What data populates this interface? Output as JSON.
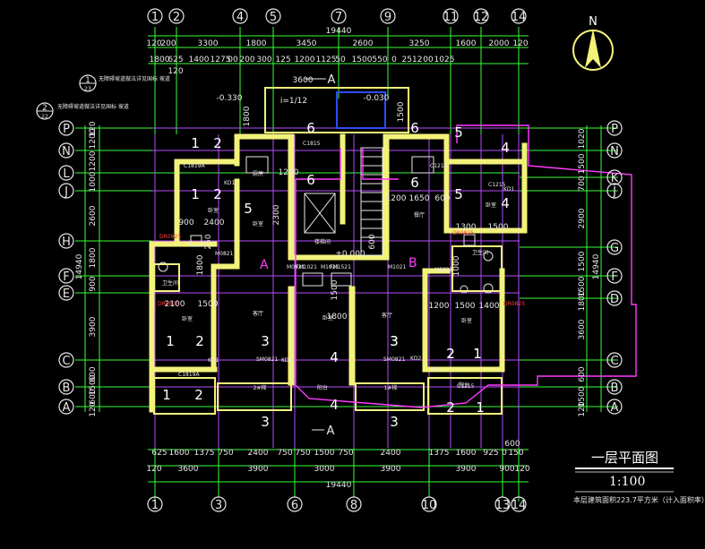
{
  "drawing": {
    "title": "一层平面图",
    "scale": "1:100",
    "area_note": "本层建筑面积223.7平方米（计入面积率）",
    "north_label": "N"
  },
  "axes_top": [
    "1",
    "2",
    "4",
    "5",
    "7",
    "9",
    "11",
    "12",
    "14"
  ],
  "axes_bottom": [
    "1",
    "3",
    "6",
    "8",
    "10",
    "13",
    "14"
  ],
  "axes_left": [
    "P",
    "N",
    "L",
    "J",
    "H",
    "F",
    "E",
    "C",
    "B",
    "A"
  ],
  "axes_right": [
    "P",
    "N",
    "K",
    "J",
    "G",
    "F",
    "D",
    "C",
    "B",
    "A"
  ],
  "dims": {
    "top_total": "19440",
    "top_row1": [
      "120",
      "200",
      "3300",
      "1800",
      "3450",
      "2600",
      "3250",
      "1600",
      "2000",
      "120"
    ],
    "top_row2": [
      "1800",
      "625",
      "1400",
      "1275",
      "00",
      "200",
      "300",
      "125",
      "1200",
      "1125",
      "50",
      "1500",
      "550",
      "0",
      "2512",
      "00",
      "1025"
    ],
    "top_small": [
      "120"
    ],
    "bottom_total": "19440",
    "bottom_row1": [
      "625",
      "1600",
      "1375",
      "750",
      "2400",
      "750",
      "750",
      "1500",
      "750",
      "2400",
      "1375",
      "1600",
      "925",
      "0",
      "150"
    ],
    "bottom_row2": [
      "120",
      "3600",
      "3900",
      "3000",
      "3900",
      "3900",
      "900",
      "120"
    ],
    "bottom_600": "600",
    "left_total": "14940",
    "left_dims": [
      "120",
      "600",
      "1200",
      "1000",
      "1200",
      "2600",
      "1800",
      "900",
      "3900",
      "600",
      "1500",
      "120"
    ],
    "right_total": "14940",
    "right_dims": [
      "1020",
      "1500",
      "700",
      "1500",
      "2900",
      "1500",
      "1800",
      "3600",
      "600",
      "1500",
      "120"
    ],
    "interior": [
      "3600",
      "-0.330",
      "i=1/12",
      "-0.030",
      "1800",
      "1500",
      "1200",
      "2400",
      "900",
      "2300",
      "1300",
      "2100",
      "1500",
      "1800",
      "1200",
      "1500",
      "1400",
      "1500",
      "1200",
      "1650",
      "600",
      "600",
      "±0.000",
      "1500",
      "1000",
      "250",
      "1800"
    ]
  },
  "rooms": {
    "nums": [
      "1",
      "2",
      "1",
      "2",
      "5",
      "1",
      "2",
      "1",
      "2",
      "1",
      "2",
      "3",
      "3",
      "4",
      "3",
      "4",
      "3",
      "2",
      "1",
      "2",
      "1",
      "3",
      "6",
      "6",
      "6",
      "6",
      "5",
      "5",
      "4",
      "4"
    ],
    "labels": [
      "卧室",
      "卧室",
      "厨房",
      "客厅",
      "卧室",
      "客厅",
      "卧室",
      "卧室",
      "餐厅",
      "卧室",
      "楼梯间",
      "2#梯",
      "1#梯",
      "卫生间",
      "卫生间",
      "阳台",
      "阳台"
    ]
  },
  "units": [
    "A",
    "B"
  ],
  "section_marks": [
    "A",
    "A"
  ],
  "notes": {
    "note1_num": "1",
    "note1_sub": "23",
    "note1_text": "无障碍坡道做法详见国标 坡道",
    "note2_num": "2",
    "note2_sub": "22",
    "note2_text": "无障碍坡道做法详见国标 坡道",
    "tags": [
      "KD1",
      "KD1",
      "KD1",
      "KD1",
      "KD2",
      "KD2",
      "C1819A",
      "C1819A",
      "C1815",
      "C1215",
      "C1215",
      "M0821",
      "M0921",
      "M1021",
      "M0821",
      "M1021",
      "DR0825",
      "DR0825",
      "DR0825",
      "DR0825",
      "SM0821",
      "SM0821",
      "FM1021",
      "FM1521",
      "C1215"
    ]
  },
  "colors": {
    "background": "#000000",
    "grid": "#39ff39",
    "walls": "#f2f27a",
    "boundary": "#ff3cff",
    "text": "#e8e8e8",
    "accent_blue": "#2d4bff",
    "north_yellow": "#f2f27a"
  }
}
